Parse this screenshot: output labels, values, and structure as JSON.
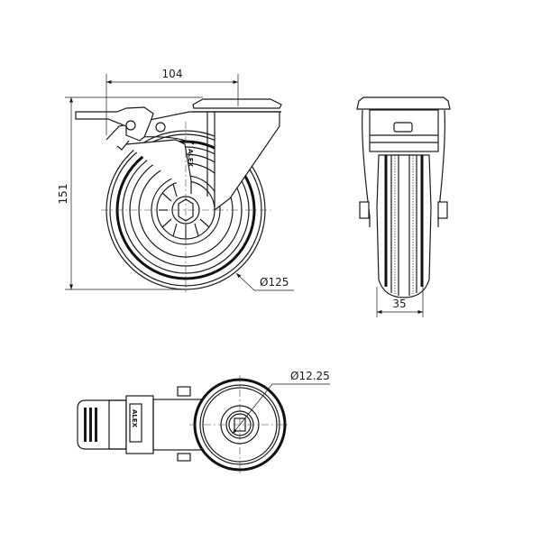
{
  "drawing": {
    "dimensions": {
      "mount_offset": "104",
      "total_height": "151",
      "wheel_diameter": "Ø125",
      "wheel_width": "35",
      "bolt_hole_diameter": "Ø12.25"
    },
    "brand_logo": "ALEX"
  }
}
